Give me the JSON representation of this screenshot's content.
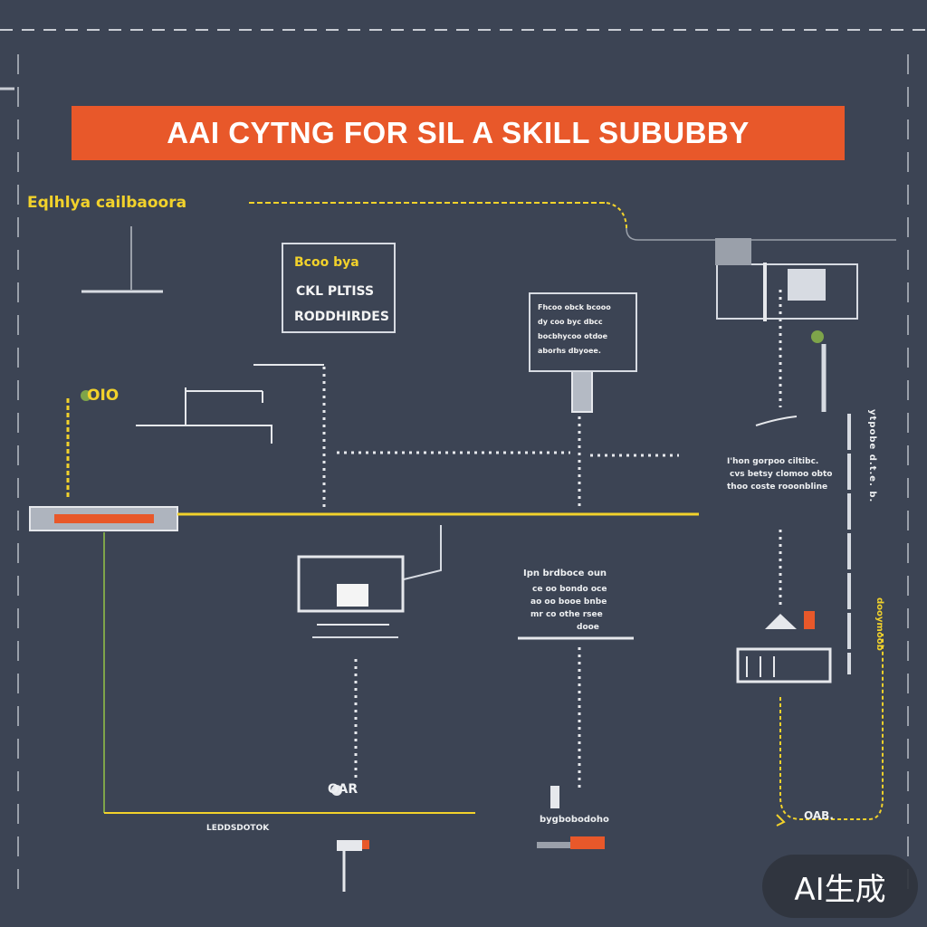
{
  "diagram": {
    "title": "AAI CYTNG FOR SIL A SKILL SUBUBBY",
    "top_label": "Eqlhlya cailbaoora",
    "box_a": {
      "line1": "Bcoo bya",
      "line2": "CKL PLTISS",
      "line3": "RODDHIRDES"
    },
    "box_b": {
      "lines": [
        "Fhcoo obck bcooo",
        "dy coo byc dbcc",
        "bocbhycoo otdoe",
        "aborhs dbyoee."
      ]
    },
    "number_label": "OIO",
    "right_text": [
      "I'hon gorpoo ciltibc.",
      "cvs betsy clomoo obto",
      "thoo coste rooonbline"
    ],
    "center_text": [
      "Ipn brdboce oun",
      "ce oo bondo oce",
      "ao oo booe bnbe",
      "mr co othe rsee",
      "dooe"
    ],
    "vertical_text": "ytpobe d.t.e. b.",
    "vertical_yellow": "dooymoob",
    "bottom_left_label": "OAR",
    "bottom_left_small": "LEDDSDOTOK",
    "bottom_center_label": "bygbobodoho",
    "bottom_right_label": "OAB.",
    "badge": "AI生成",
    "colors": {
      "background": "#3c4454",
      "banner": "#e8582a",
      "accent_yellow": "#f2d22b",
      "line_white": "#e6e8ec",
      "green": "#7ea44a"
    }
  }
}
